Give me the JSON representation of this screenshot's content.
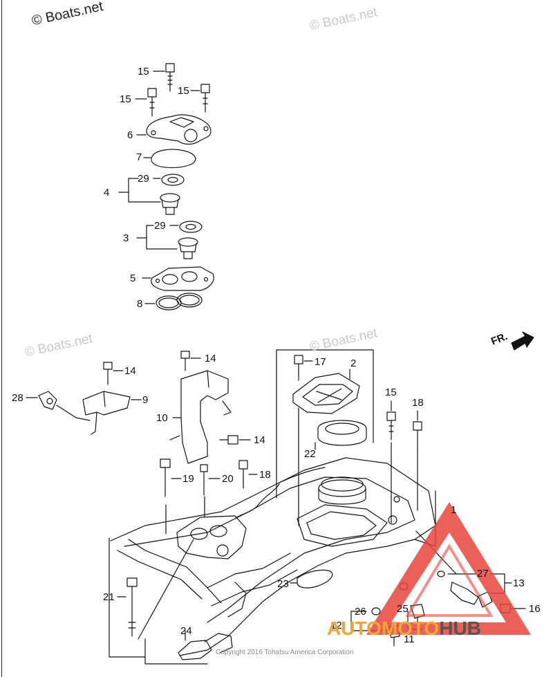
{
  "watermarks": [
    "© Boats.net",
    "© Boats.net",
    "© Boats.net",
    "© Boats.net"
  ],
  "copyright": "Copyright 2016 Tohatsu America Corporation",
  "direction_label": "FR.",
  "logo": {
    "part1": "AUTOMOTO",
    "part2": "HUB",
    "accent": "#f2a53b",
    "mark": "#e8453c"
  },
  "part_labels": {
    "p15a": "15",
    "p15b": "15",
    "p15c": "15",
    "p6": "6",
    "p7": "7",
    "p4": "4",
    "p29a": "29",
    "p3": "3",
    "p29b": "29",
    "p5": "5",
    "p8": "8",
    "p14a": "14",
    "p17": "17",
    "p2": "2",
    "p28": "28",
    "p9": "9",
    "p10": "10",
    "p14b": "14",
    "p14c": "14",
    "p15d": "15",
    "p18a": "18",
    "p22": "22",
    "p19": "19",
    "p20": "20",
    "p18b": "18",
    "p1": "1",
    "p21": "21",
    "p23": "23",
    "p27": "27",
    "p13": "13",
    "p26": "26",
    "p25": "25",
    "p16": "16",
    "p12": "12",
    "p11": "11",
    "p24": "24"
  }
}
